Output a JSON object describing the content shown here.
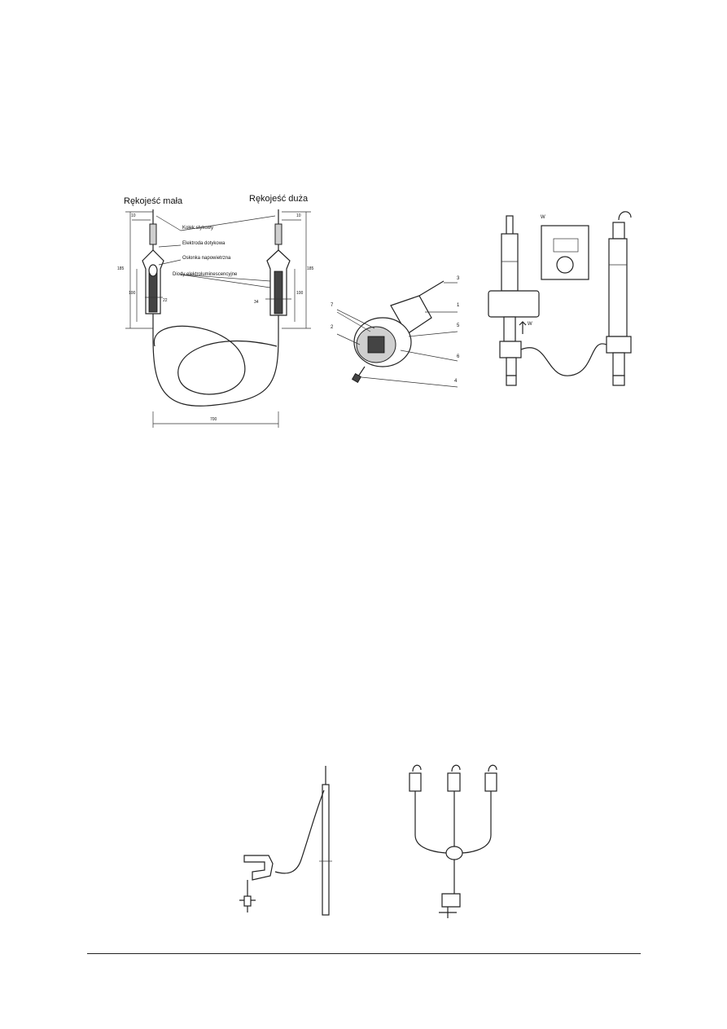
{
  "figure_tester": {
    "handle_small": "Rękojeść mała",
    "handle_large": "Rękojeść duża",
    "callouts": [
      "Kołek stykowy",
      "Elektroda dotykowa",
      "Osłonka napowietrzna",
      "Diody elektroluminescencyjne"
    ],
    "dims": [
      "10",
      "185",
      "100",
      "22",
      "10",
      "185",
      "100",
      "34",
      "700"
    ]
  },
  "figure_indicator": {
    "callouts": [
      "7",
      "2",
      "3",
      "1",
      "5",
      "6",
      "4"
    ]
  },
  "figure_pole": {
    "label_w_top": "W",
    "label_w_arrow": "W"
  }
}
